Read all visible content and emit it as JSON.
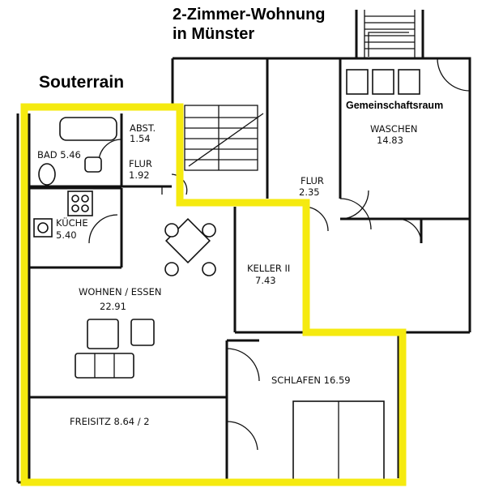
{
  "title": {
    "line1": "2-Zimmer-Wohnung",
    "line2": "in Münster"
  },
  "level_label": "Souterrain",
  "common_room_label": "Gemeinschaftsraum",
  "rooms": {
    "abst_name": "ABST.",
    "abst_area": "1.54",
    "bad": "BAD 5.46",
    "flur1_name": "FLUR",
    "flur1_area": "1.92",
    "kuche_name": "KÜCHE",
    "kuche_area": "5.40",
    "wohnen_name": "WOHNEN / ESSEN",
    "wohnen_area": "22.91",
    "freisitz": "FREISITZ  8.64 / 2",
    "schlafen": "SCHLAFEN  16.59",
    "flur2_name": "FLUR",
    "flur2_area": "2.35",
    "keller_name": "KELLER II",
    "keller_area": "7.43",
    "waschen_name": "WASCHEN",
    "waschen_area": "14.83"
  },
  "colors": {
    "apartment_outline": "#f5ea0f",
    "walls": "#111111"
  }
}
